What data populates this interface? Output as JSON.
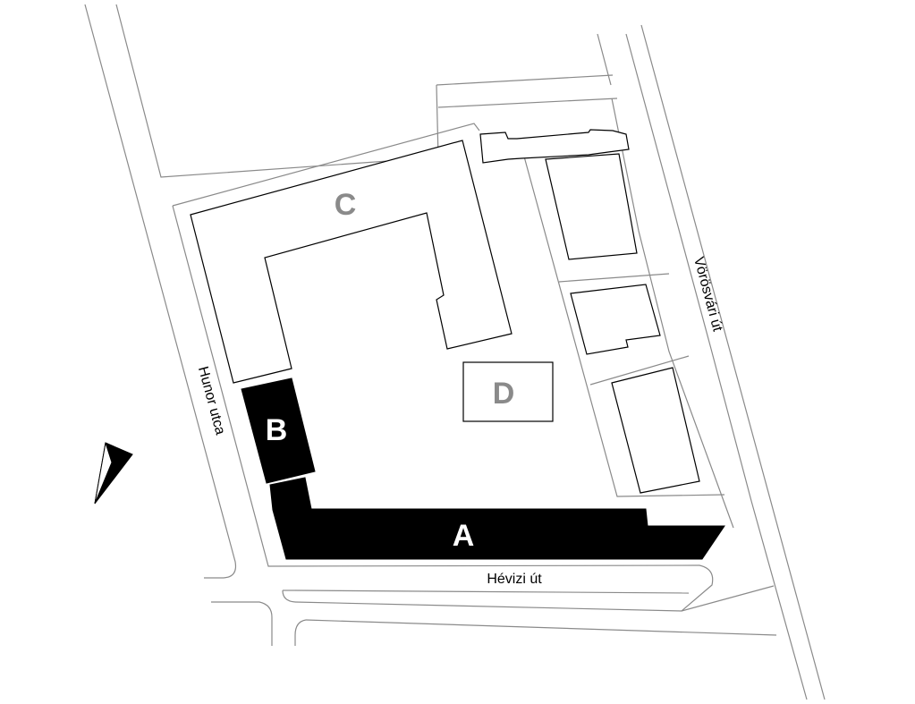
{
  "map": {
    "streets": {
      "hunor": "Hunor utca",
      "hevizi": "Hévizi út",
      "vorosvari": "Vörösvári út"
    },
    "buildings": {
      "a": "A",
      "b": "B",
      "c": "C",
      "d": "D"
    },
    "colors": {
      "highlight": "#000000",
      "label_grey": "#8a8a8a",
      "road_lines": "#8a8a8a"
    },
    "icons": {
      "north_arrow": "north-arrow-icon"
    }
  }
}
